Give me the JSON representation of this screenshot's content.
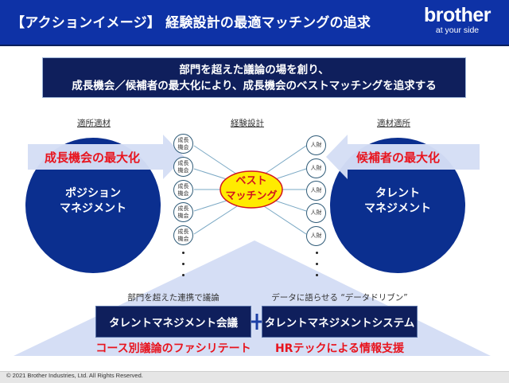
{
  "header": {
    "title": "【アクションイメージ】 経験設計の最適マッチングの追求",
    "logo": {
      "brand": "brother",
      "tagline": "at your side"
    },
    "background_color": "#0e32a6"
  },
  "banner": {
    "line1": "部門を超えた議論の場を創り、",
    "line2": "成長機会／候補者の最大化により、成長機会のベストマッチングを追求する"
  },
  "left": {
    "section_label": "適所適材",
    "arrow_label": "成長機会の最大化",
    "circle_line1": "ポジション",
    "circle_line2": "マネジメント"
  },
  "center": {
    "section_label": "経験設計",
    "left_nodes": [
      {
        "line1": "成長",
        "line2": "機会"
      },
      {
        "line1": "成長",
        "line2": "機会"
      },
      {
        "line1": "成長",
        "line2": "機会"
      },
      {
        "line1": "成長",
        "line2": "機会"
      },
      {
        "line1": "成長",
        "line2": "機会"
      }
    ],
    "right_nodes": [
      {
        "label": "人財"
      },
      {
        "label": "人財"
      },
      {
        "label": "人財"
      },
      {
        "label": "人財"
      },
      {
        "label": "人財"
      }
    ],
    "match_line1": "ベスト",
    "match_line2": "マッチング"
  },
  "right": {
    "section_label": "適材適所",
    "arrow_label": "候補者の最大化",
    "circle_line1": "タレント",
    "circle_line2": "マネジメント"
  },
  "bottom": {
    "left": {
      "caption": "部門を超えた連携で議論",
      "box_label": "タレントマネジメント会議",
      "red_label": "コース別議論のファシリテート"
    },
    "right": {
      "caption": "データに語らせる “データドリブン”",
      "box_label": "タレントマネジメントシステム",
      "red_label": "HRテックによる情報支援"
    }
  },
  "footer": {
    "copyright": "© 2021 Brother Industries, Ltd. All Rights Reserved."
  },
  "colors": {
    "navy": "#0f1f5c",
    "circle_blue": "#0b2f8f",
    "light_blue": "#d5def5",
    "accent_red": "#e8141e",
    "match_yellow": "#ffeb00"
  }
}
